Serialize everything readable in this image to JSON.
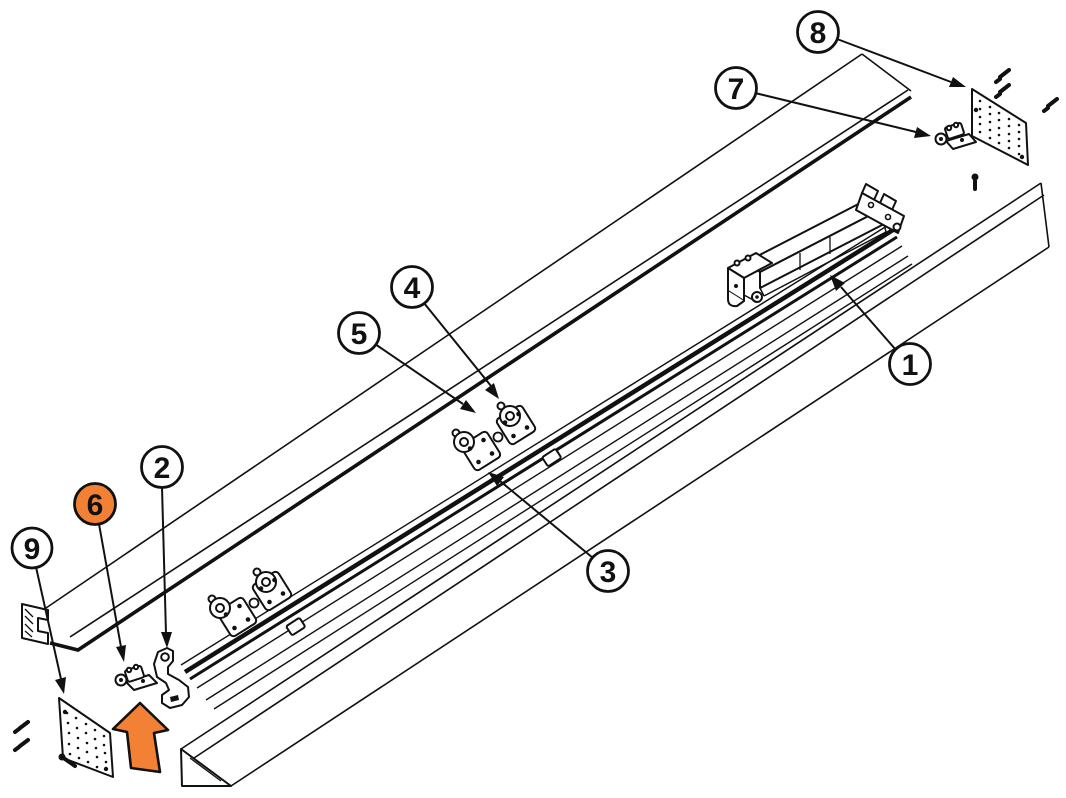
{
  "diagram": {
    "type": "exploded-parts-diagram",
    "subject": "sliding door top track with soft-close damper, carriages and mounting brackets",
    "colors": {
      "background": "#ffffff",
      "lines": "#111111",
      "highlight": "#f28136"
    },
    "callouts": [
      {
        "label": "1",
        "highlighted": false
      },
      {
        "label": "2",
        "highlighted": false
      },
      {
        "label": "3",
        "highlighted": false
      },
      {
        "label": "4",
        "highlighted": false
      },
      {
        "label": "5",
        "highlighted": false
      },
      {
        "label": "6",
        "highlighted": true
      },
      {
        "label": "7",
        "highlighted": false
      },
      {
        "label": "8",
        "highlighted": false
      },
      {
        "label": "9",
        "highlighted": false
      }
    ],
    "highlighted_callout": "6",
    "direction_arrow": {
      "shape": "block-arrow",
      "direction": "up",
      "color": "#f28136"
    }
  }
}
